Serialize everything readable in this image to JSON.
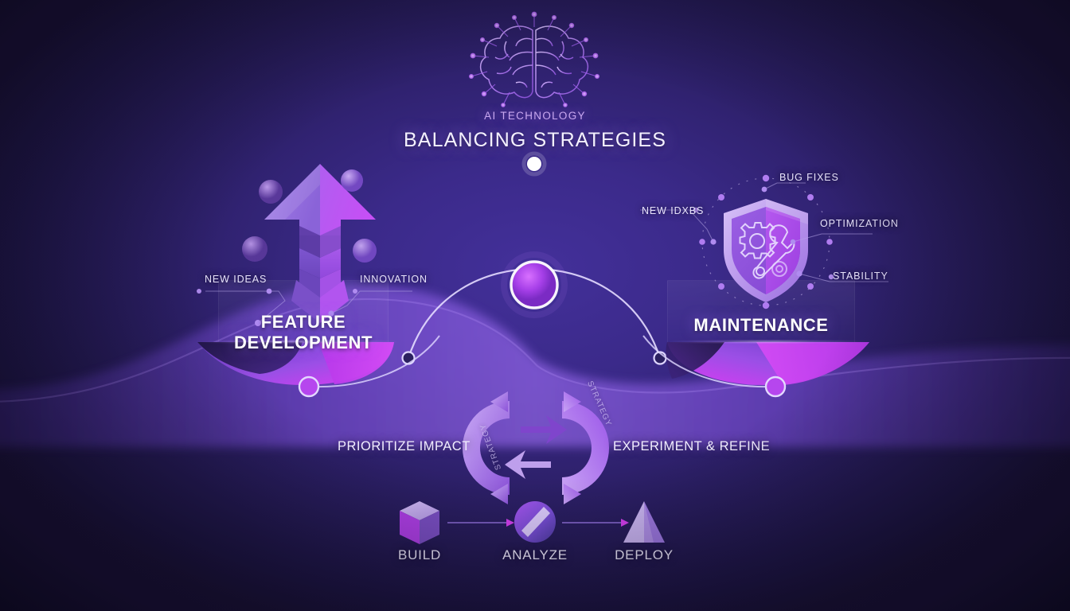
{
  "header": {
    "badge_label": "AI TECHNOLOGY",
    "badge_icon": "brain-network-icon",
    "title": "BALANCING STRATEGIES"
  },
  "pillars": [
    {
      "id": "feature-development",
      "title_line1": "FEATURE",
      "title_line2": "DEVELOPMENT",
      "icon": "upward-arrow-icon",
      "tags": [
        {
          "label": "NEW IDEAS"
        },
        {
          "label": "INNOVATION"
        }
      ]
    },
    {
      "id": "maintenance",
      "title_line1": "MAINTENANCE",
      "title_line2": "",
      "icon": "shield-gear-wrench-icon",
      "tags": [
        {
          "label": "BUG FIXES"
        },
        {
          "label": "NEW IDXBS"
        },
        {
          "label": "OPTIMIZATION"
        },
        {
          "label": "STABILITY"
        }
      ]
    }
  ],
  "balance": {
    "pivot_icon": "fulcrum-node-icon",
    "top_node_icon": "pointer-node-icon",
    "left_end_icon": "balance-end-left-icon",
    "right_end_icon": "balance-end-right-icon"
  },
  "cycle": {
    "icon": "recycle-loop-icon",
    "left_label": "PRIORITIZE IMPACT",
    "right_label": "EXPERIMENT & REFINE",
    "arc_word_left": "STRATEGY",
    "arc_word_right": "STRATEGY"
  },
  "pipeline": {
    "steps": [
      {
        "label": "BUILD",
        "icon": "cube-icon"
      },
      {
        "label": "ANALYZE",
        "icon": "circle-slash-icon"
      },
      {
        "label": "DEPLOY",
        "icon": "pyramid-icon"
      }
    ],
    "connector_icon": "arrow-right-icon"
  },
  "colors": {
    "background_deep": "#1a1338",
    "background_center": "#3b2a8a",
    "accent_magenta": "#c23ef0",
    "accent_violet": "#8a5cf0",
    "accent_light": "#b794f4",
    "text_primary": "#ffffff",
    "text_muted": "#c9a8f0"
  }
}
